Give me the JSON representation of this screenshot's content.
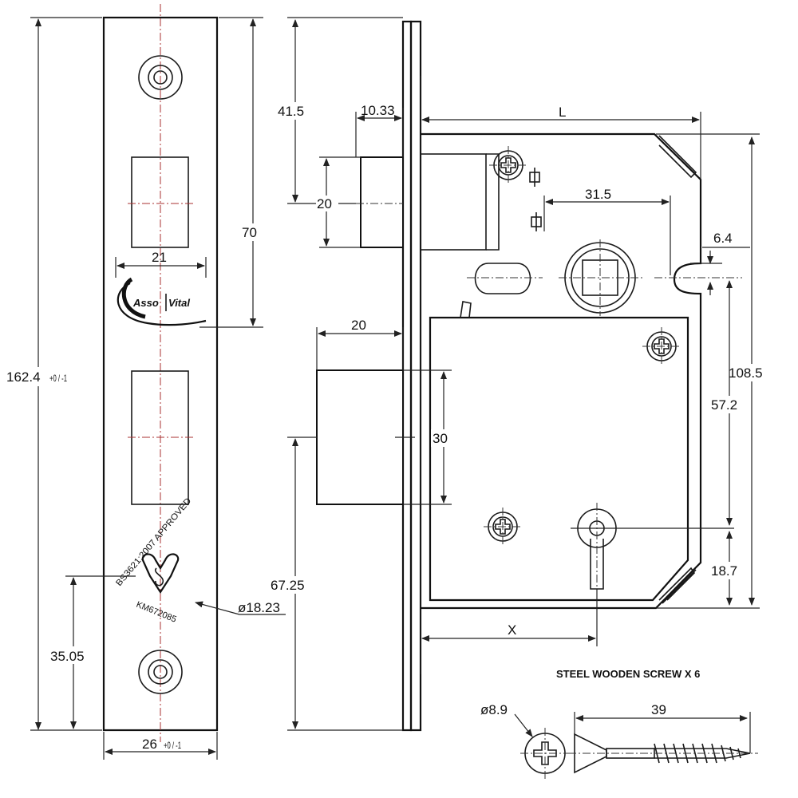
{
  "logo": {
    "brand_left": "Asso",
    "brand_right": "Vital"
  },
  "certification": {
    "approval": "BS3621:2007 APPROVED",
    "license": "KM672085"
  },
  "dimensions": {
    "height_total": "162.4",
    "height_tol": "+0 / -1",
    "logo_to_top": "70",
    "strike_width": "21",
    "kite_diameter": "ø18.23",
    "kite_offset": "35.05",
    "plate_width": "26",
    "plate_width_tol": "+0 / -1",
    "latch_top": "41.5",
    "latch_thickness": "10.33",
    "latch_height": "20",
    "case_length": "L",
    "spindle_offset": "31.5",
    "screw_slot": "6.4",
    "case_height": "108.5",
    "spindle_to_key": "57.2",
    "key_to_bottom": "18.7",
    "bolt_projection": "20",
    "bolt_height": "30",
    "bolt_center": "67.25",
    "backset": "X",
    "screw_head": "ø8.9",
    "screw_length": "39"
  },
  "screw_note": "STEEL WOODEN SCREW X 6"
}
